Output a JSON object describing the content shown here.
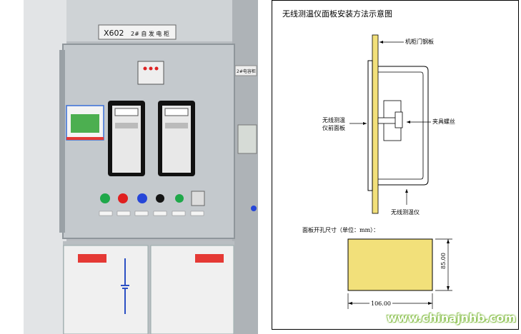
{
  "photo": {
    "cabinet_tag": "X602",
    "cabinet_tag2": "2# 自 发 电 柜",
    "side_tag": "2#电容柜",
    "colors": {
      "cabinet": "#c7ccd0",
      "cabinet_dark": "#9aa1a6",
      "meter_frame": "#111111",
      "display_screen": "#4caf50",
      "lamp_green": "#1fa84a",
      "lamp_red": "#e02020",
      "lamp_blue": "#2646d8",
      "lamp_black": "#151515"
    }
  },
  "diagram": {
    "title": "无线测温仪面板安装方法示意图",
    "labels": {
      "door_plate": "机柜门钢板",
      "front_panel_line1": "无线测温",
      "front_panel_line2": "仪前面板",
      "clamp_screw": "夹具螺丝",
      "device": "无线测温仪",
      "cutout_size": "面板开孔尺寸（单位：mm）："
    },
    "dimensions": {
      "width": "106.00",
      "height": "85.00"
    },
    "colors": {
      "panel_fill": "#f2e07a",
      "line": "#000000"
    }
  },
  "watermark": "www.chinajnhb.com"
}
